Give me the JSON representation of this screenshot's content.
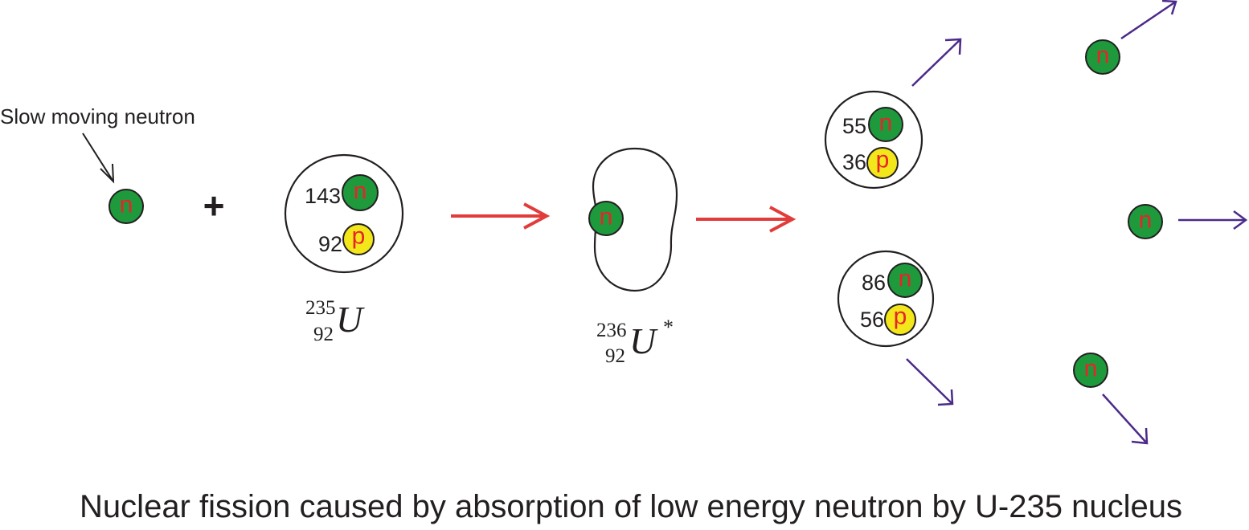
{
  "colors": {
    "neutron_fill": "#1e9a3d",
    "proton_fill": "#f3e61b",
    "particle_letter": "#e8232a",
    "reaction_arrow": "#e23b3b",
    "product_arrow": "#4b2a8a",
    "ink": "#231f20"
  },
  "labels": {
    "slow_neutron": "Slow moving neutron",
    "plus": "+",
    "neutron_symbol": "n",
    "proton_symbol": "p",
    "caption": "Nuclear fission caused by absorption of low energy neutron by U-235 nucleus"
  },
  "reactant_nucleus": {
    "neutron_count": "143",
    "proton_count": "92",
    "mass_number": "235",
    "atomic_number": "92",
    "symbol": "U"
  },
  "compound_nucleus": {
    "mass_number": "236",
    "atomic_number": "92",
    "symbol": "U",
    "excited_mark": "*"
  },
  "fragment_1": {
    "neutron_count": "55",
    "proton_count": "36"
  },
  "fragment_2": {
    "neutron_count": "86",
    "proton_count": "56"
  },
  "released_neutrons": 3
}
